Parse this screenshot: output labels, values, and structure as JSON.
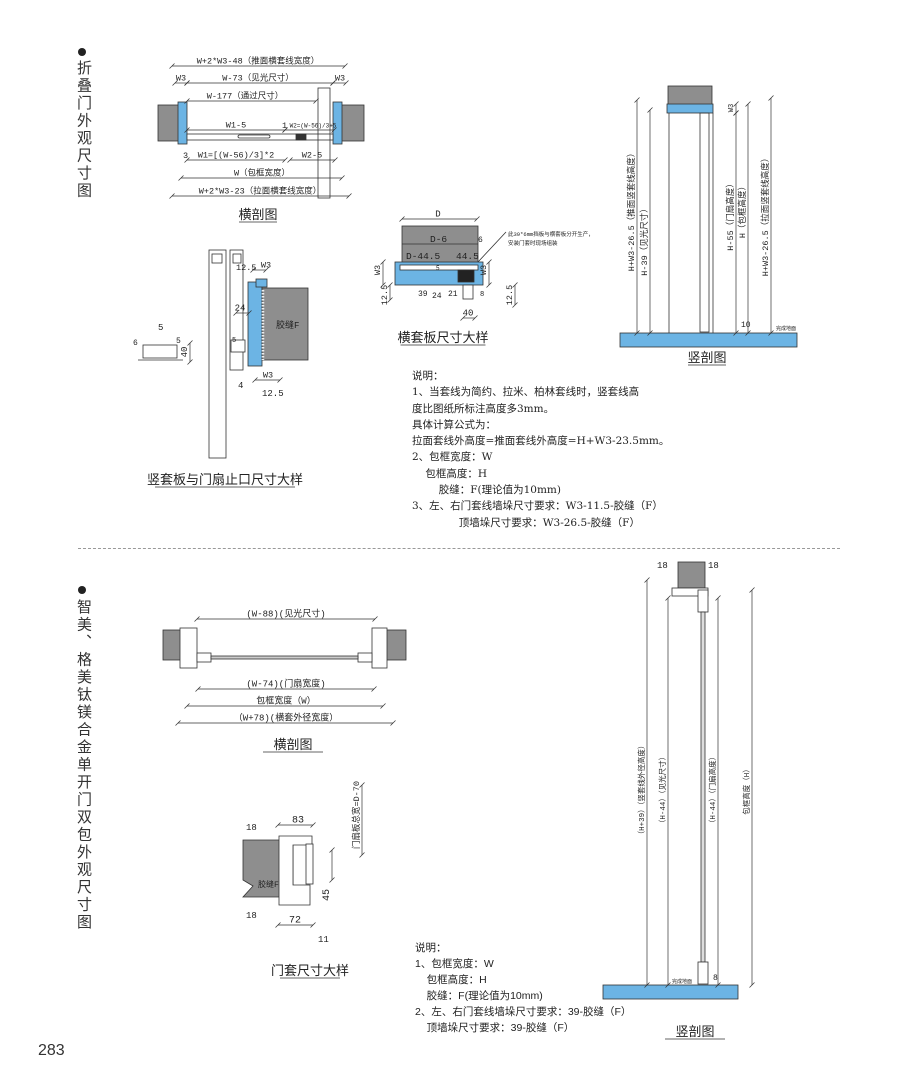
{
  "page_number": "283",
  "colors": {
    "frame_blue": "#6cb4e4",
    "wall_gray": "#8e8e8e",
    "line": "#333333"
  },
  "section1": {
    "side_title": "折叠门外观尺寸图",
    "horizontal": {
      "title": "横剖图",
      "dim_push_width": "W+2*W3-48（推面横套线宽度）",
      "dim_w3_left": "W3",
      "dim_visible": "W-73（见光尺寸）",
      "dim_w3_right": "W3",
      "dim_pass": "W-177（通过尺寸）",
      "dim_w1_5": "W1-5",
      "dim_1": "1",
      "dim_w2": "W2=(W-56)/3+5",
      "dim_3": "3",
      "dim_w1": "W1=[(W-56)/3]*2",
      "dim_w2_5": "W2-5",
      "dim_frame_width": "W（包框宽度）",
      "dim_pull_width": "W+2*W3-23（拉面横套线宽度）"
    },
    "jamb_detail": {
      "title": "竖套板与门扇止口尺寸大样",
      "d_12_5_top": "12.5",
      "d_w3_top": "W3",
      "d_24": "24",
      "glue": "胶缝F",
      "d_40": "40",
      "d_5a": "5",
      "d_6": "6",
      "d_5b": "5",
      "d_5c": "5",
      "d_4": "4",
      "d_w3_bottom": "W3",
      "d_12_5_bottom": "12.5"
    },
    "head_detail": {
      "title": "横套板尺寸大样",
      "d_D": "D",
      "d_D6": "D-6",
      "d_6": "6",
      "d_D445": "D-44.5",
      "d_445": "44.5",
      "d_5": "5",
      "d_w3_left": "W3",
      "d_12_5_left": "12.5",
      "d_39": "39",
      "d_24": "24",
      "d_21": "21",
      "d_w3_right": "W3",
      "d_8": "8",
      "d_12_5_right": "12.5",
      "d_40": "40",
      "note_line1": "此39*6mm挡板与横套板分开生产，",
      "note_line2": "安装门套时现场组装"
    },
    "vertical": {
      "title": "竖剖图",
      "d_push": "H+W3-26.5（推面竖套线高度）",
      "d_visible": "H-39（见光尺寸）",
      "d_w3": "W3",
      "d_leaf": "H-55（门扇高度）",
      "d_frame": "H（包框高度）",
      "d_pull": "H+W3-26.5（拉面竖套线高度）",
      "d_10": "10",
      "floor": "完成地面"
    },
    "notes": [
      "说明：",
      "1、当套线为简约、拉米、柏林套线时，竖套线高",
      "度比图纸所标注高度多3mm。",
      "具体计算公式为：",
      "拉面套线外高度=推面套线外高度=H+W3-23.5mm。",
      "2、包框宽度：W",
      "    包框高度：H",
      "        胶缝：F(理论值为10mm)",
      "3、左、右门套线墙垛尺寸要求：W3-11.5-胶缝（F）",
      "              顶墙垛尺寸要求：W3-26.5-胶缝（F）"
    ]
  },
  "section2": {
    "side_title": "智美、格美钛镁合金单开门双包外观尺寸图",
    "horizontal": {
      "title": "横剖图",
      "dim_visible": "(W-88)(见光尺寸)",
      "dim_leaf": "(W-74)(门扇宽度)",
      "dim_frame": "包框宽度（W）",
      "dim_outer": "（W+78)(横套外径宽度）"
    },
    "casing_detail": {
      "title": "门套尺寸大样",
      "d_83": "83",
      "d_18_top": "18",
      "d_18_bottom": "18",
      "d_72": "72",
      "d_11": "11",
      "d_45": "45",
      "glue": "胶缝F",
      "d_leaf_width": "门扇板总宽=D-70"
    },
    "vertical": {
      "title": "竖剖图",
      "d_18_left": "18",
      "d_18_right": "18",
      "d_outer": "（H+39）（竖套线外径高度）",
      "d_visible": "（H-44）（见光尺寸）",
      "d_leaf": "（H-44）（门扇高度）",
      "d_frame": "包框高度（H）",
      "d_8": "8",
      "floor": "完成地面"
    },
    "notes": [
      "说明：",
      "1、包框宽度：W",
      "    包框高度：H",
      "    胶缝：F(理论值为10mm)",
      "2、左、右门套线墙垛尺寸要求：39-胶缝（F）",
      "    顶墙垛尺寸要求：39-胶缝（F）"
    ]
  }
}
